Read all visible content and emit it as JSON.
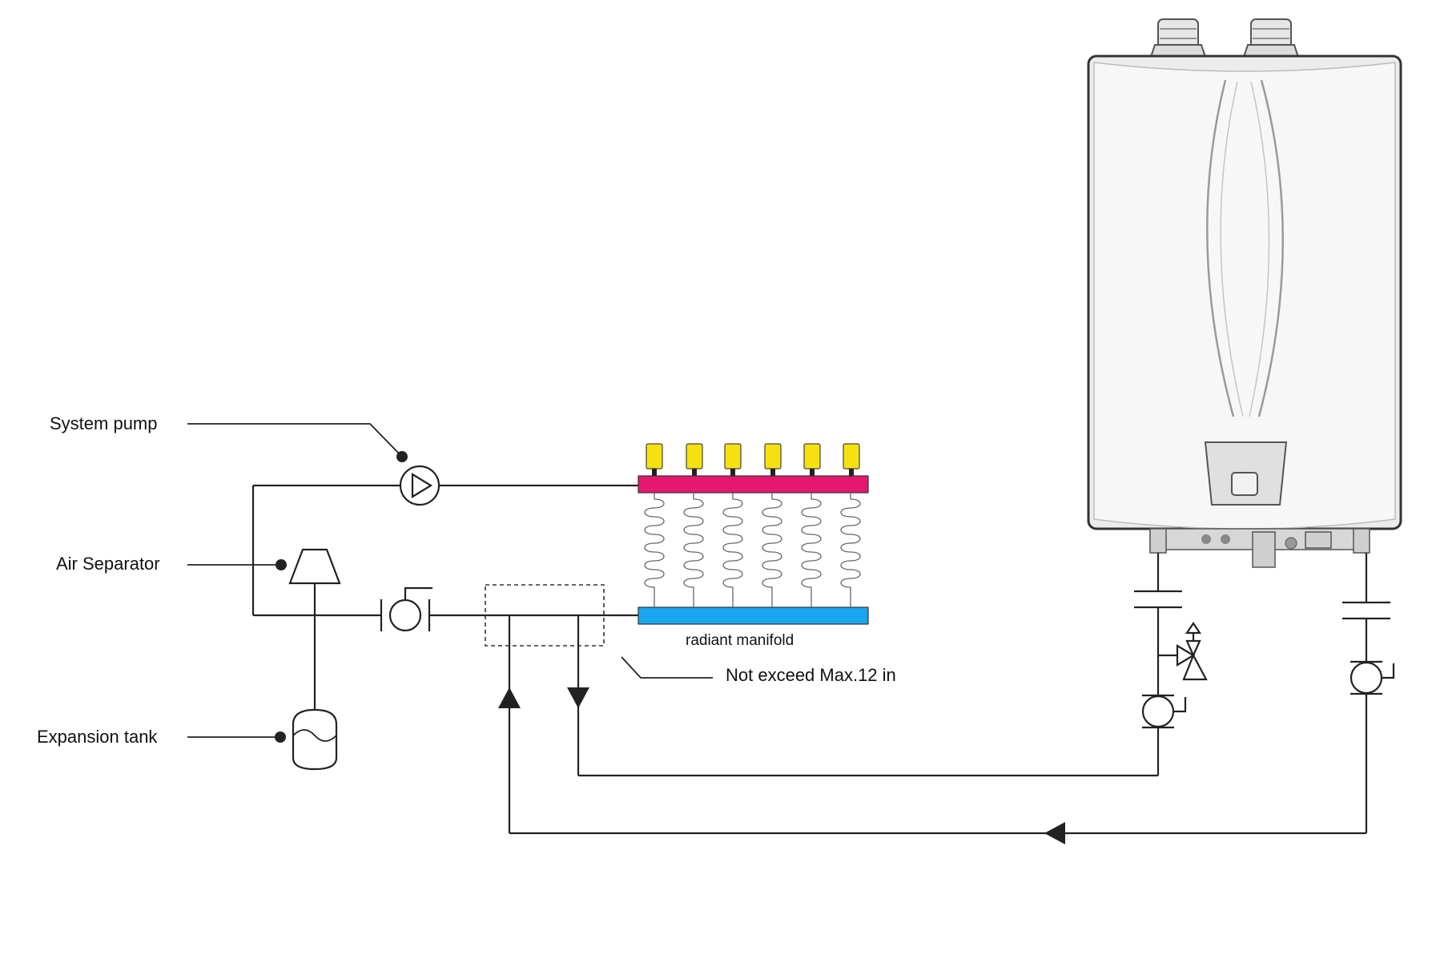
{
  "labels": {
    "system_pump": "System pump",
    "air_separator": "Air Separator",
    "expansion_tank": "Expansion tank",
    "radiant_manifold": "radiant manifold",
    "max_distance": "Not exceed Max.12 in"
  },
  "colors": {
    "supply_header": "#e5186f",
    "return_header": "#1aa6ee",
    "actuators": "#f5e10f",
    "pipe": "#222222"
  },
  "manifold": {
    "loops": 6,
    "actuators": 6
  }
}
